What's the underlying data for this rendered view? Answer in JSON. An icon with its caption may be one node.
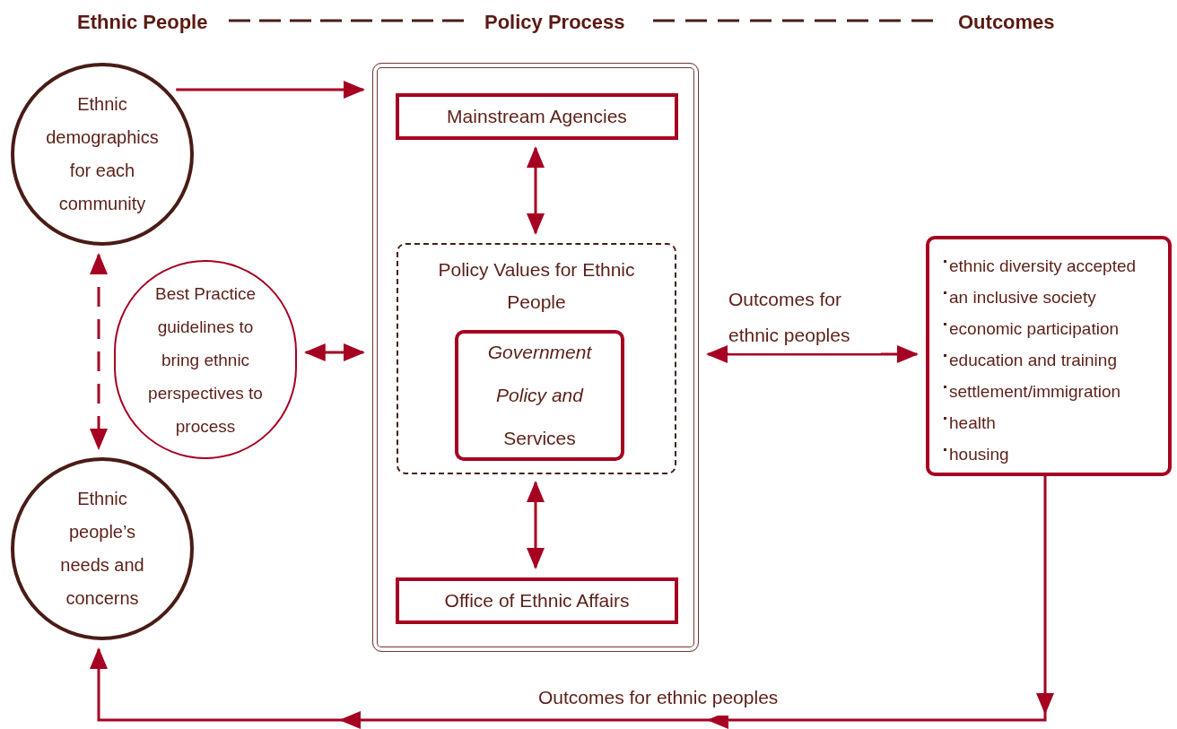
{
  "diagram": {
    "nodes": [
      {
        "text": [
          "Ethnic demographics for each community"
        ]
      },
      {
        "text": [
          "Best Practice guidelines to bring ethnic perspectives to process"
        ]
      },
      {
        "text": [
          "Ethnic people’s needs and concerns"
        ]
      },
      {
        "text": [],
        "shape": "box"
      },
      {
        "text": [
          "Mainstream Agencies"
        ],
        "in": 3
      },
      {
        "text": [
          "Policy Values for Ethnic People"
        ],
        "in": 3
      },
      {
        "text": [
          "*Government Policy and* Services"
        ],
        "in": 5
      },
      {
        "text": [
          "Office of Ethnic Affairs"
        ],
        "in": 3
      },
      {
        "text": [
          "ethnic diversity accepted",
          "an inclusive society",
          "economic participation",
          "education and training",
          "settlement/immigration",
          "health",
          "housing"
        ]
      }
    ],
    "edges": [
      {
        "from": 0,
        "to": 3,
        "arrow": "to"
      },
      {
        "from": 4,
        "to": 5,
        "arrow": "both"
      },
      {
        "from": 5,
        "to": 7,
        "arrow": "both"
      },
      {
        "from": 1,
        "to": 3,
        "arrow": "both"
      },
      {
        "from": 0,
        "to": 2,
        "arrow": "both",
        "style": "dashed"
      },
      {
        "from": 3,
        "to": 8,
        "arrow": "both",
        "label": "Outcomes for ethnic peoples"
      },
      {
        "from": 8,
        "to": 2,
        "arrow": "to",
        "label": "Outcomes for ethnic peoples"
      }
    ],
    "labels": [
      "Ethnic People",
      "Policy Process",
      "Outcomes"
    ]
  }
}
